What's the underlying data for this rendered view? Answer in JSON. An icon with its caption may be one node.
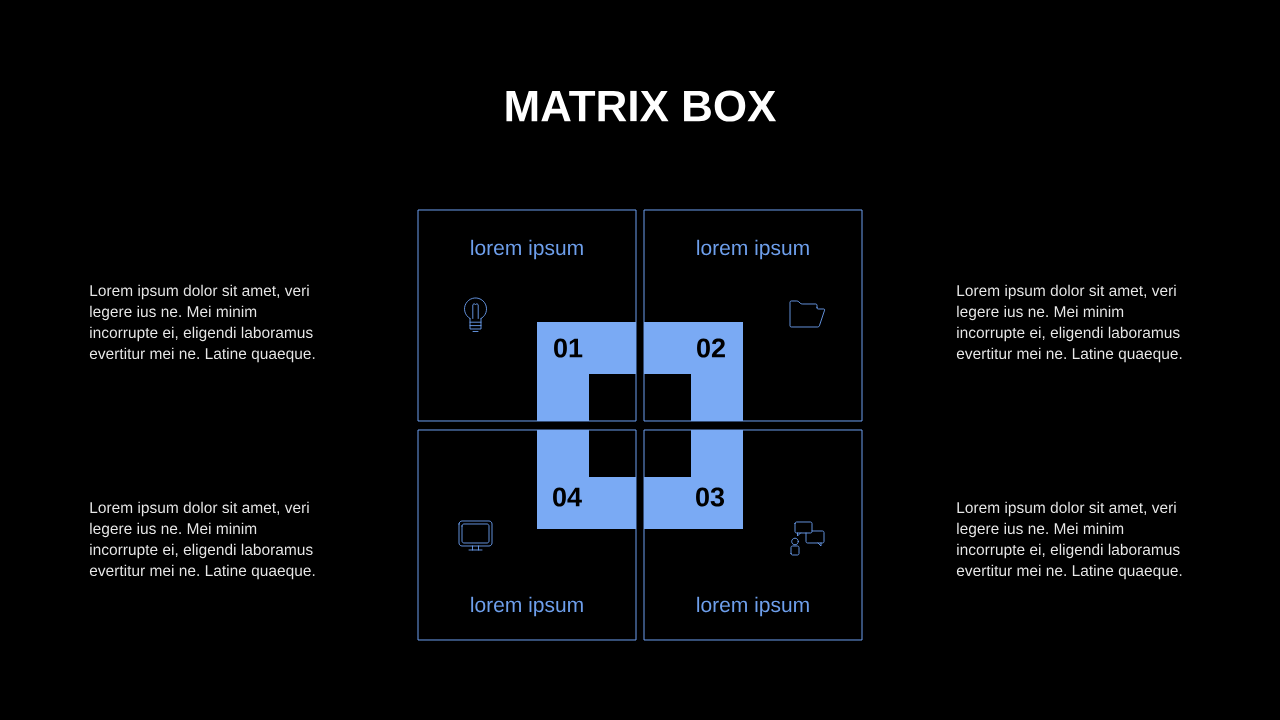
{
  "diagram": {
    "title": "MATRIX BOX",
    "nodes": [
      {
        "text": [
          "lorem ipsum"
        ]
      },
      {
        "text": [
          "01"
        ],
        "in": 0
      },
      {
        "text": [
          "lorem ipsum"
        ]
      },
      {
        "text": [
          "02"
        ],
        "in": 2
      },
      {
        "text": [
          "lorem ipsum"
        ]
      },
      {
        "text": [
          "04"
        ],
        "in": 4
      },
      {
        "text": [
          "lorem ipsum"
        ]
      },
      {
        "text": [
          "03"
        ],
        "in": 6
      }
    ],
    "labels": [
      "Lorem ipsum dolor sit amet, veri legere ius ne. Mei minim incorrupte ei, eligendi laboramus evertitur mei ne. Latine quaeque.",
      "Lorem ipsum dolor sit amet, veri legere ius ne. Mei minim incorrupte ei, eligendi laboramus evertitur mei ne. Latine quaeque.",
      "Lorem ipsum dolor sit amet, veri legere ius ne. Mei minim incorrupte ei, eligendi laboramus evertitur mei ne. Latine quaeque.",
      "Lorem ipsum dolor sit amet, veri legere ius ne. Mei minim incorrupte ei, eligendi laboramus evertitur mei ne. Latine quaeque."
    ]
  }
}
